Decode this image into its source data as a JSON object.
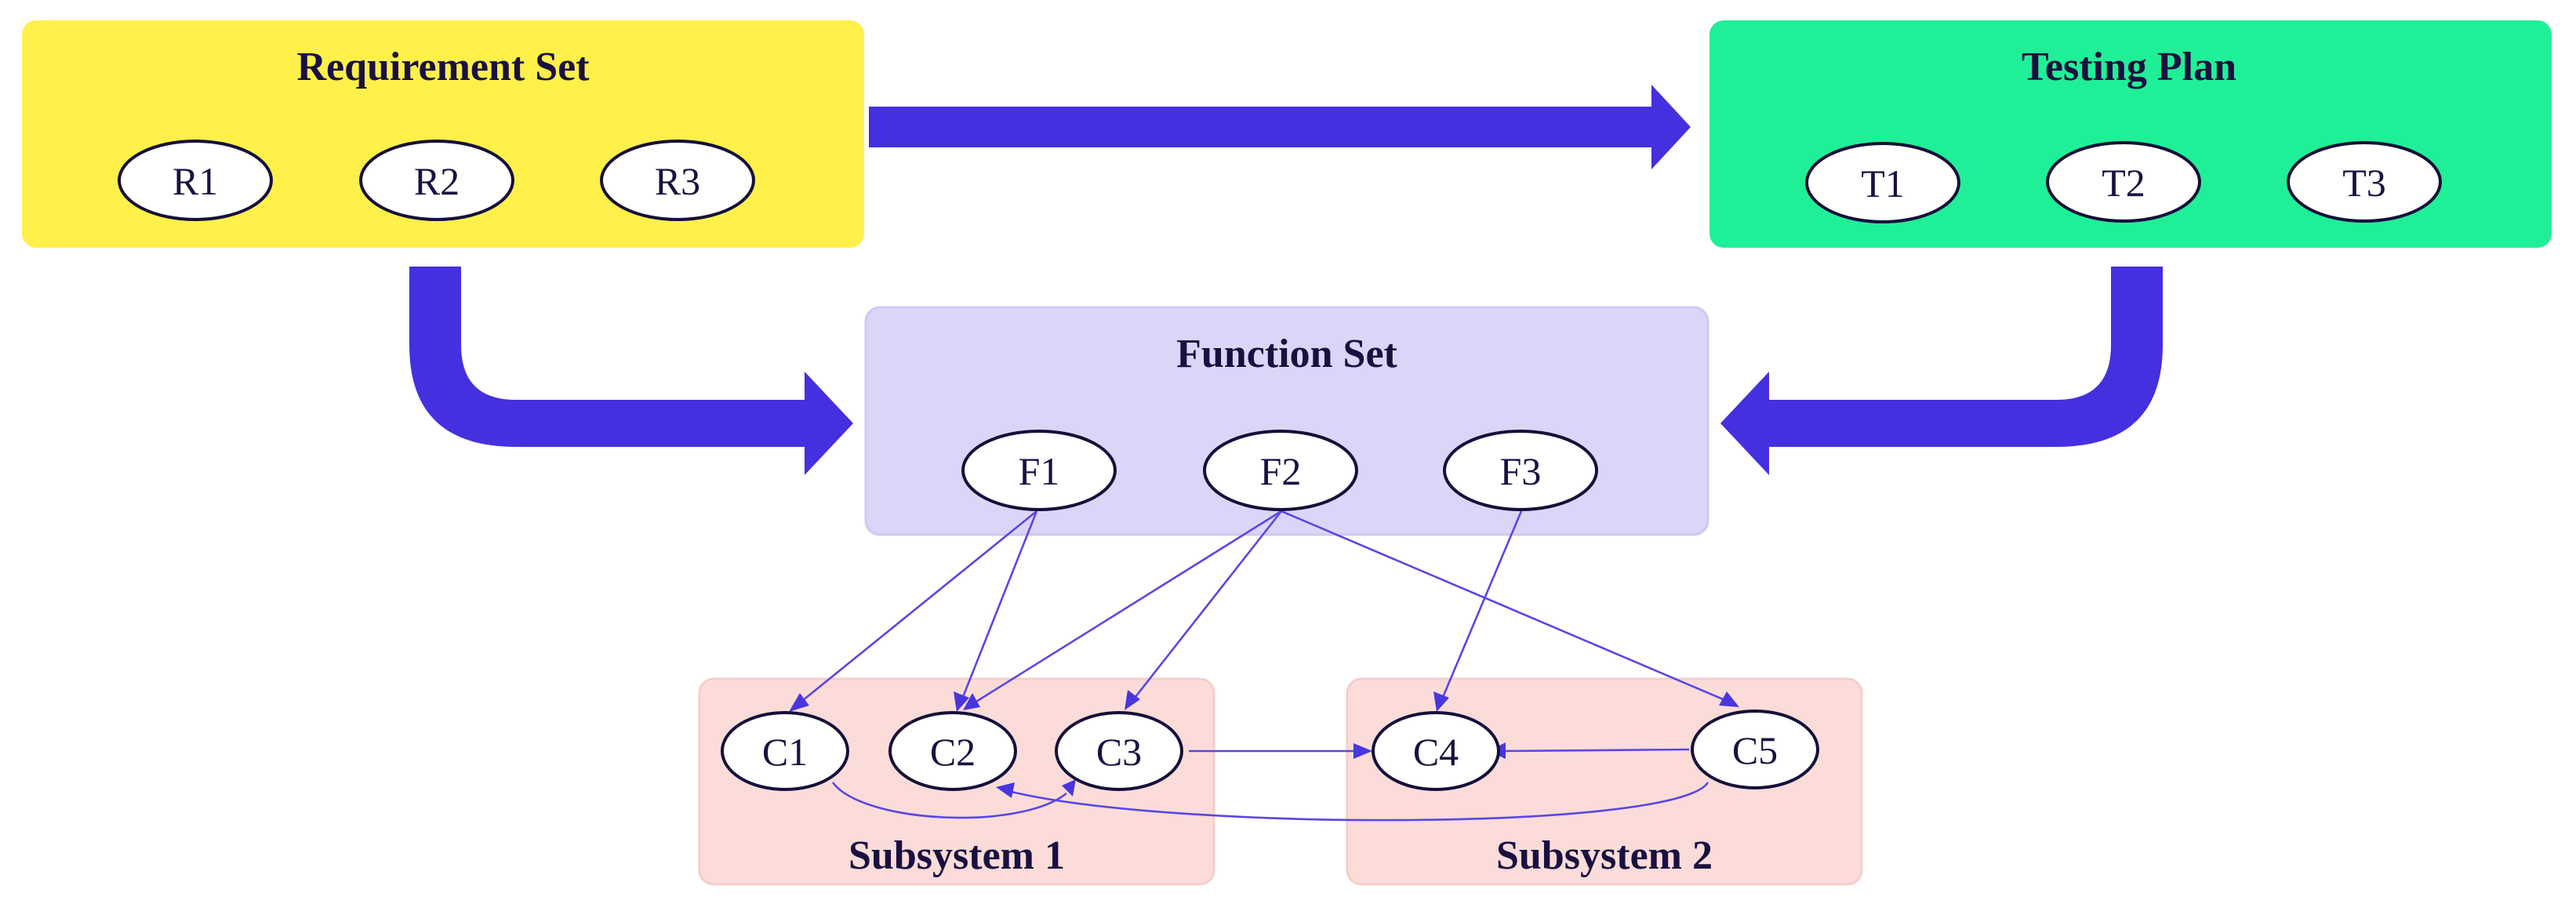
{
  "colors": {
    "requirements_fill": "#fff04a",
    "testing_fill": "#1ff097",
    "functions_fill": "#dbd6f8",
    "subsystem_fill": "#fcdcd9",
    "arrow": "#4430de",
    "edge": "#5a46e6",
    "node_stroke": "#15103a",
    "text": "#1a1040"
  },
  "clusters": {
    "requirements": {
      "title": "Requirement Set",
      "nodes": [
        {
          "id": "R1",
          "label": "R1"
        },
        {
          "id": "R2",
          "label": "R2"
        },
        {
          "id": "R3",
          "label": "R3"
        }
      ]
    },
    "testing": {
      "title": "Testing Plan",
      "nodes": [
        {
          "id": "T1",
          "label": "T1"
        },
        {
          "id": "T2",
          "label": "T2"
        },
        {
          "id": "T3",
          "label": "T3"
        }
      ]
    },
    "functions": {
      "title": "Function Set",
      "nodes": [
        {
          "id": "F1",
          "label": "F1"
        },
        {
          "id": "F2",
          "label": "F2"
        },
        {
          "id": "F3",
          "label": "F3"
        }
      ]
    },
    "subsystem1": {
      "title": "Subsystem 1",
      "nodes": [
        {
          "id": "C1",
          "label": "C1"
        },
        {
          "id": "C2",
          "label": "C2"
        },
        {
          "id": "C3",
          "label": "C3"
        }
      ]
    },
    "subsystem2": {
      "title": "Subsystem 2",
      "nodes": [
        {
          "id": "C4",
          "label": "C4"
        },
        {
          "id": "C5",
          "label": "C5"
        }
      ]
    }
  },
  "cluster_edges": [
    {
      "from": "requirements",
      "to": "testing"
    },
    {
      "from": "requirements",
      "to": "functions"
    },
    {
      "from": "testing",
      "to": "functions"
    }
  ],
  "edges": [
    {
      "from": "F1",
      "to": "C1"
    },
    {
      "from": "F1",
      "to": "C2"
    },
    {
      "from": "F2",
      "to": "C2"
    },
    {
      "from": "F2",
      "to": "C3"
    },
    {
      "from": "F2",
      "to": "C5"
    },
    {
      "from": "F3",
      "to": "C4"
    },
    {
      "from": "C3",
      "to": "C4"
    },
    {
      "from": "C5",
      "to": "C4"
    },
    {
      "from": "C1",
      "to": "C3"
    },
    {
      "from": "C5",
      "to": "C2"
    }
  ]
}
